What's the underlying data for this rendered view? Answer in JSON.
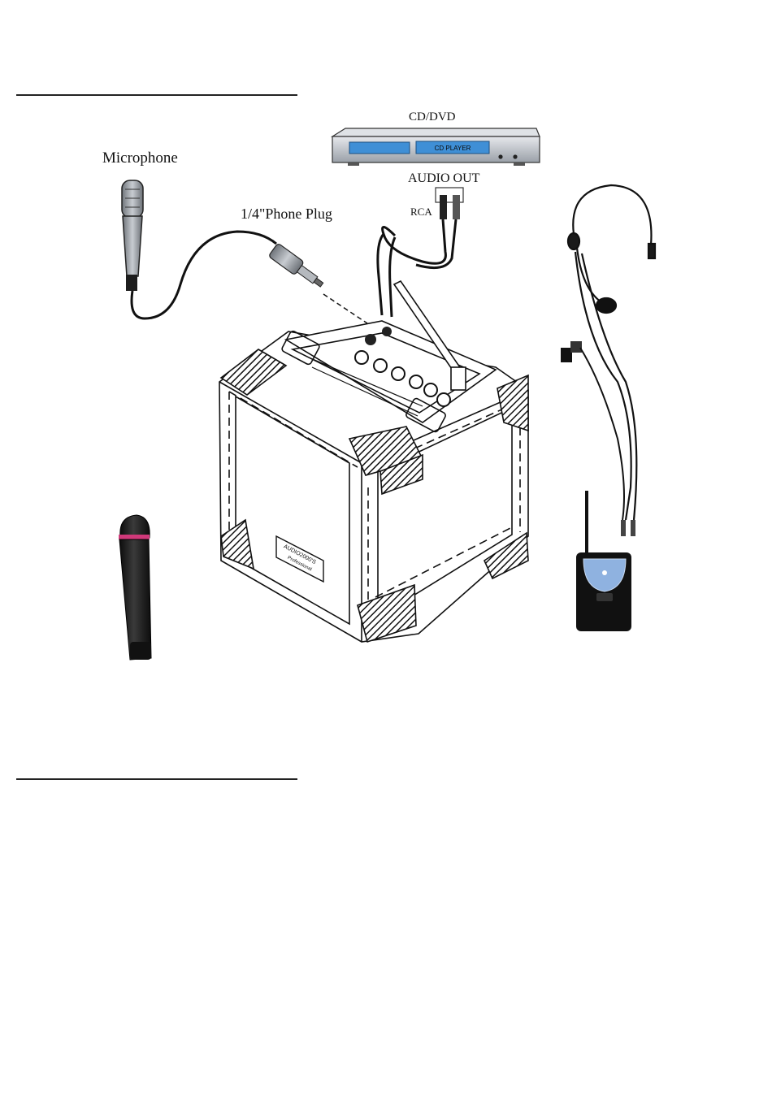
{
  "labels": {
    "cd_dvd": "CD/DVD",
    "cd_player_display": "CD PLAYER",
    "audio_out": "AUDIO OUT",
    "rca": "RCA",
    "microphone": "Microphone",
    "phone_plug": "1/4\"Phone Plug",
    "badge_brand": "AUDIO2000'S",
    "badge_sub": "Professional"
  },
  "colors": {
    "ink": "#111111",
    "cd_display": "#3f8fd6",
    "mic_band": "#d0397a",
    "bodypack_panel": "#8fb2e0"
  }
}
